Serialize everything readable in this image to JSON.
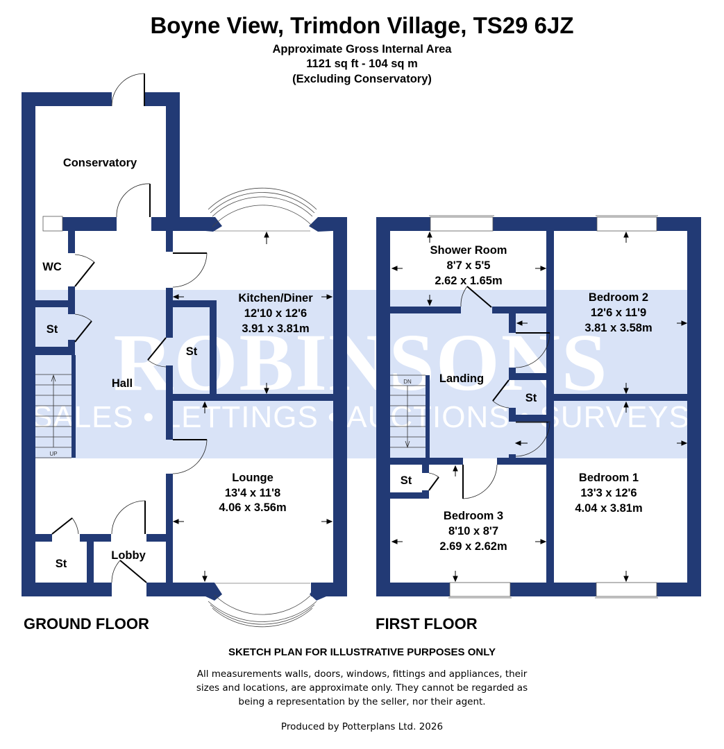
{
  "header": {
    "title": "Boyne View, Trimdon Village, TS29 6JZ",
    "area_label": "Approximate Gross Internal Area",
    "area_value": "1121 sq ft - 104 sq m",
    "area_note": "(Excluding Conservatory)"
  },
  "watermark": {
    "brand": "ROBINSONS",
    "tagline": "SALES • LETTINGS • AUCTIONS • SURVEYS",
    "band_color": "#d9e3f7"
  },
  "colors": {
    "wall": "#223a75",
    "background": "#ffffff",
    "text": "#000000"
  },
  "ground_floor": {
    "label": "GROUND FLOOR",
    "rooms": [
      {
        "name": "Conservatory",
        "imperial": "",
        "metric": ""
      },
      {
        "name": "WC",
        "imperial": "",
        "metric": ""
      },
      {
        "name": "St",
        "imperial": "",
        "metric": ""
      },
      {
        "name": "Hall",
        "imperial": "",
        "metric": ""
      },
      {
        "name": "St",
        "imperial": "",
        "metric": ""
      },
      {
        "name": "Kitchen/Diner",
        "imperial": "12'10 x 12'6",
        "metric": "3.91 x 3.81m"
      },
      {
        "name": "Lounge",
        "imperial": "13'4 x 11'8",
        "metric": "4.06 x 3.56m"
      },
      {
        "name": "St",
        "imperial": "",
        "metric": ""
      },
      {
        "name": "Lobby",
        "imperial": "",
        "metric": ""
      }
    ],
    "stairs_label": "UP"
  },
  "first_floor": {
    "label": "FIRST FLOOR",
    "rooms": [
      {
        "name": "Shower Room",
        "imperial": "8'7 x 5'5",
        "metric": "2.62 x 1.65m"
      },
      {
        "name": "Bedroom 2",
        "imperial": "12'6 x 11'9",
        "metric": "3.81 x 3.58m"
      },
      {
        "name": "Landing",
        "imperial": "",
        "metric": ""
      },
      {
        "name": "St",
        "imperial": "",
        "metric": ""
      },
      {
        "name": "St",
        "imperial": "",
        "metric": ""
      },
      {
        "name": "Bedroom 3",
        "imperial": "8'10 x 8'7",
        "metric": "2.69 x 2.62m"
      },
      {
        "name": "Bedroom 1",
        "imperial": "13'3 x 12'6",
        "metric": "4.04 x 3.81m"
      }
    ],
    "stairs_label": "DN"
  },
  "footer": {
    "disclaimer_title": "SKETCH PLAN FOR ILLUSTRATIVE PURPOSES ONLY",
    "disclaimer_line1": "All measurements walls, doors, windows, fittings and appliances, their",
    "disclaimer_line2": "sizes and locations, are approximate only. They cannot be regarded as",
    "disclaimer_line3": "being a representation by the seller, nor their agent.",
    "producer": "Produced by Potterplans Ltd. 2026"
  }
}
